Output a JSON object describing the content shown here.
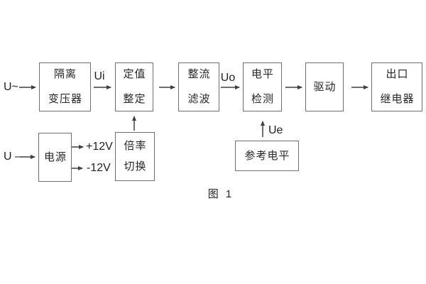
{
  "diagram": {
    "caption": "图 1",
    "boxes": [
      {
        "id": "isolation-transformer",
        "lines": [
          "隔离",
          "变压器"
        ]
      },
      {
        "id": "setpoint-adjustment",
        "lines": [
          "定值",
          "整定"
        ]
      },
      {
        "id": "rectifier-filter",
        "lines": [
          "整流",
          "滤波"
        ]
      },
      {
        "id": "level-detection",
        "lines": [
          "电平",
          "检测"
        ]
      },
      {
        "id": "driver",
        "lines": [
          "驱动"
        ]
      },
      {
        "id": "output-relay",
        "lines": [
          "出口",
          "继电器"
        ]
      },
      {
        "id": "power-supply",
        "lines": [
          "电源"
        ]
      },
      {
        "id": "multiplier-switch",
        "lines": [
          "倍率",
          "切换"
        ]
      },
      {
        "id": "reference-level",
        "lines": [
          "参考电平"
        ]
      }
    ],
    "signals": {
      "u_ac": "U~",
      "u_dc": "U –",
      "ui": "Ui",
      "uo": "Uo",
      "ue": "Ue",
      "plus_12v": "+12V",
      "minus_12v": "-12V"
    },
    "colors": {
      "line": "#3f3f3f",
      "box_border": "#6f6f6f",
      "text": "#262626",
      "background": "#ffffff"
    }
  }
}
